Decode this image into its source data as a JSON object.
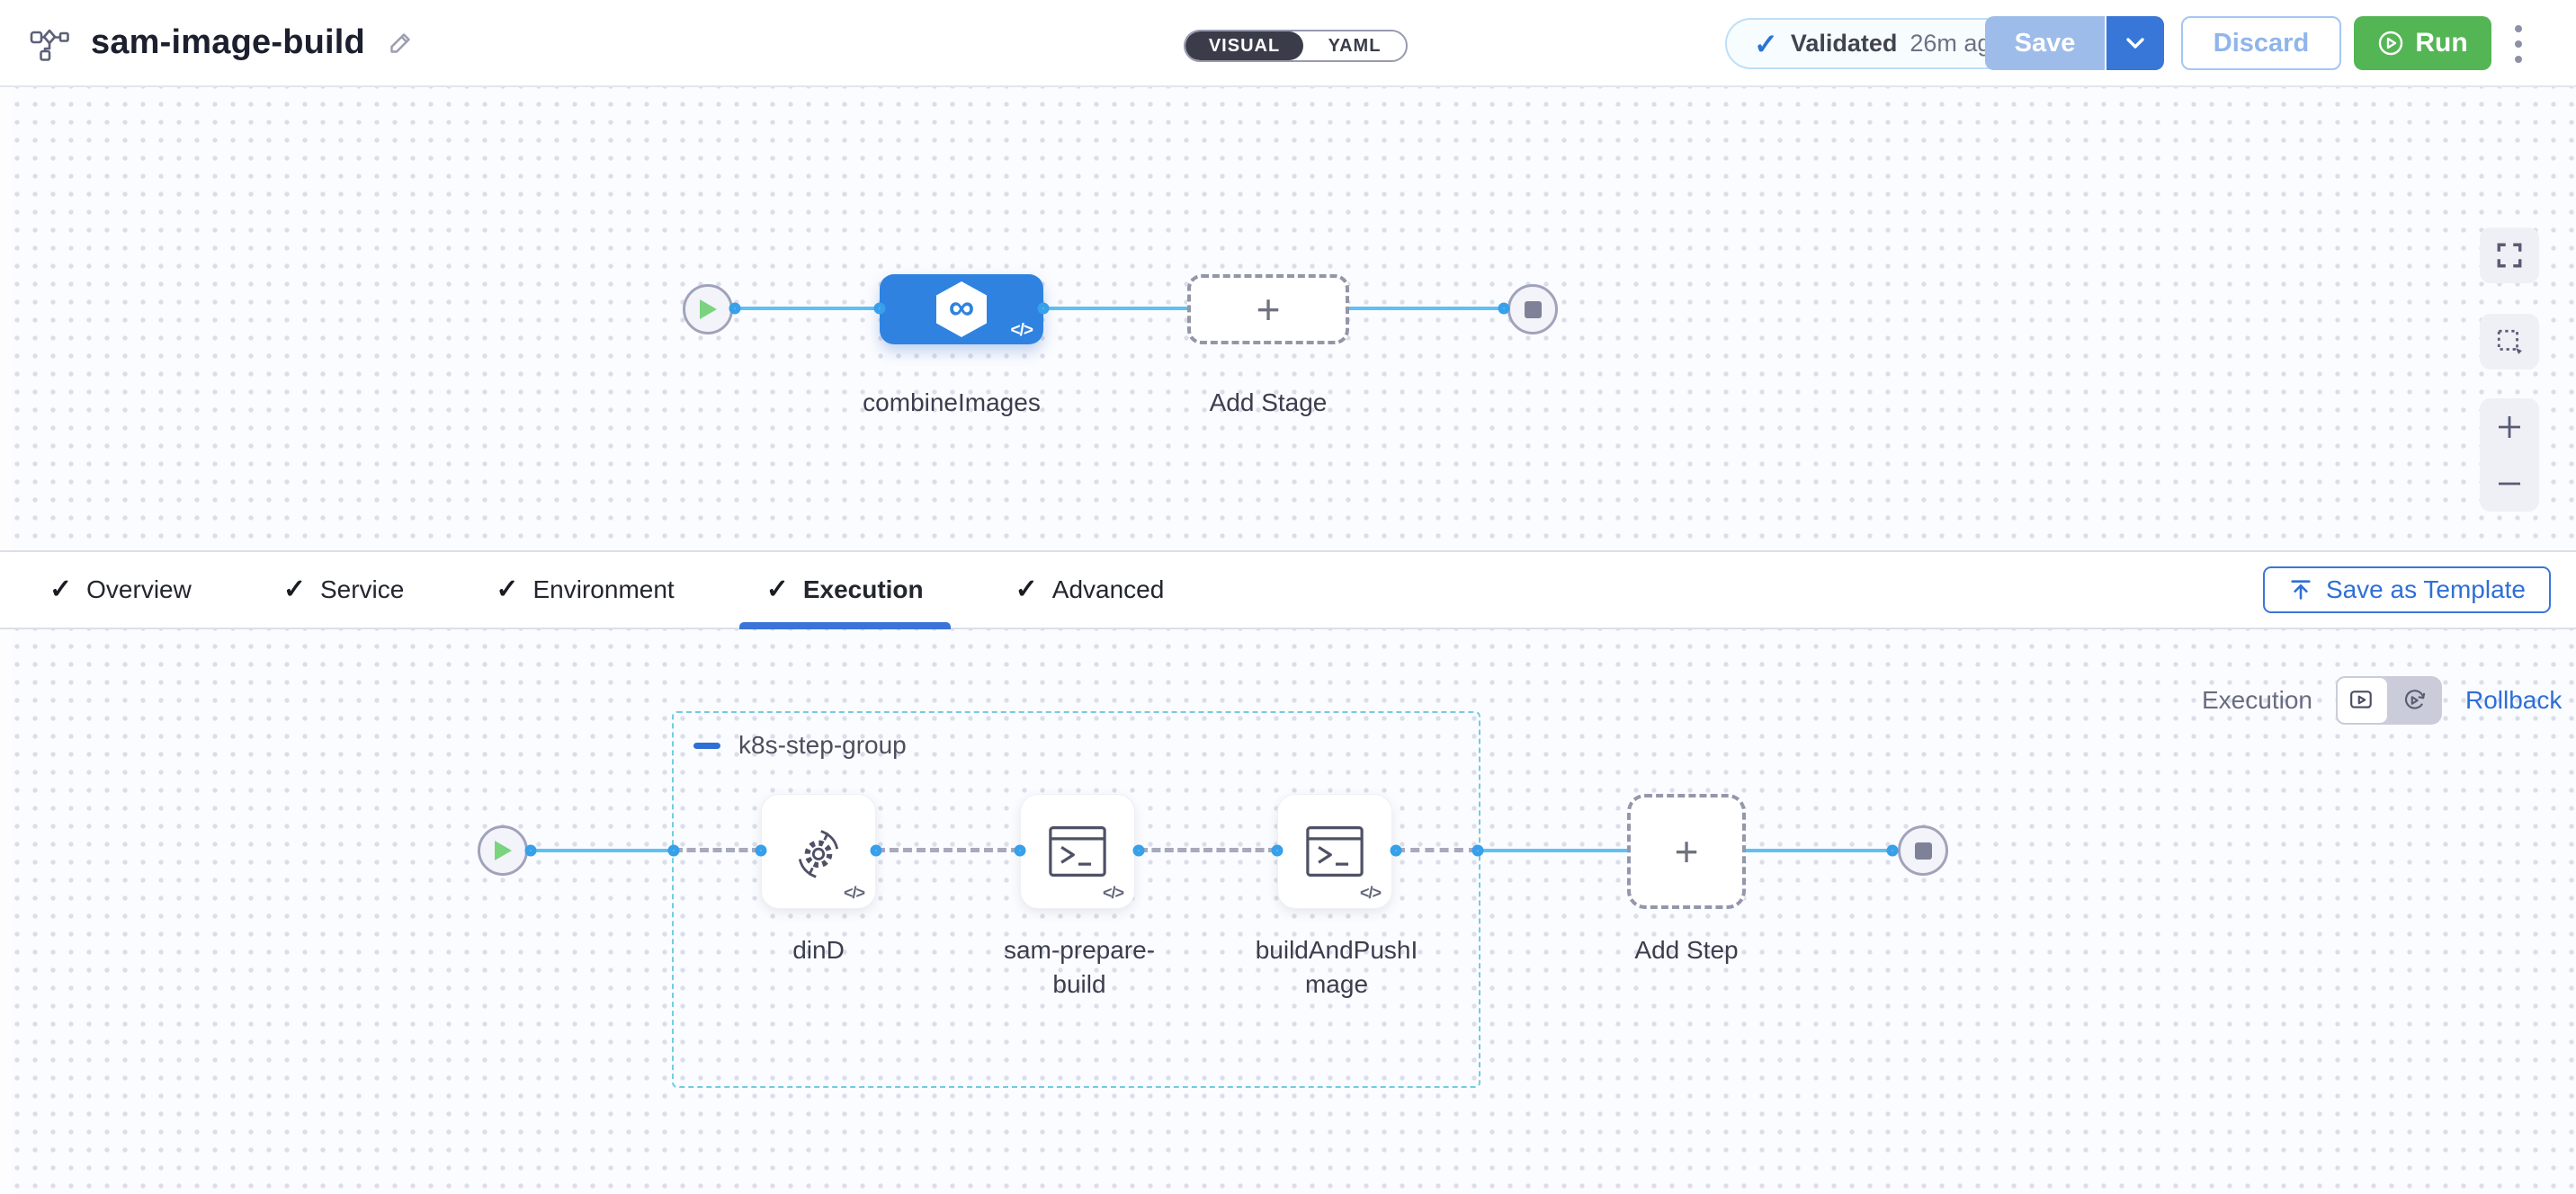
{
  "header": {
    "title": "sam-image-build",
    "mode_toggle": {
      "visual_label": "VISUAL",
      "yaml_label": "YAML",
      "selected": "VISUAL"
    },
    "validation": {
      "label": "Validated",
      "time_ago": "26m ago"
    },
    "save_label": "Save",
    "discard_label": "Discard",
    "run_label": "Run"
  },
  "stage_canvas": {
    "stages": [
      {
        "name": "combineImages"
      }
    ],
    "add_stage_label": "Add Stage"
  },
  "tabs": {
    "items": [
      {
        "label": "Overview",
        "checked": true
      },
      {
        "label": "Service",
        "checked": true
      },
      {
        "label": "Environment",
        "checked": true
      },
      {
        "label": "Execution",
        "checked": true,
        "active": true
      },
      {
        "label": "Advanced",
        "checked": true
      }
    ],
    "save_as_template_label": "Save as Template"
  },
  "execution_panel": {
    "mode_label": "Execution",
    "rollback_label": "Rollback",
    "step_group": {
      "name": "k8s-step-group",
      "steps": [
        {
          "name": "dinD",
          "icon": "docker-dind-icon"
        },
        {
          "name": "sam-prepare-build",
          "icon": "terminal-icon"
        },
        {
          "name": "buildAndPushImage",
          "icon": "terminal-icon"
        }
      ]
    },
    "add_step_label": "Add Step"
  },
  "icons": {
    "check": "✓",
    "plus": "+",
    "code_badge": "</>",
    "stage_glyph": "∞"
  },
  "colors": {
    "accent_blue": "#2f6fd6",
    "stage_blue": "#2f82e0",
    "run_green": "#54b554",
    "connector_blue": "#36a0ea",
    "line_blue": "#5fc0f3",
    "group_border": "#74cbe2",
    "validated_blue": "#2b72da",
    "toggle_dark": "#3a3c49"
  }
}
